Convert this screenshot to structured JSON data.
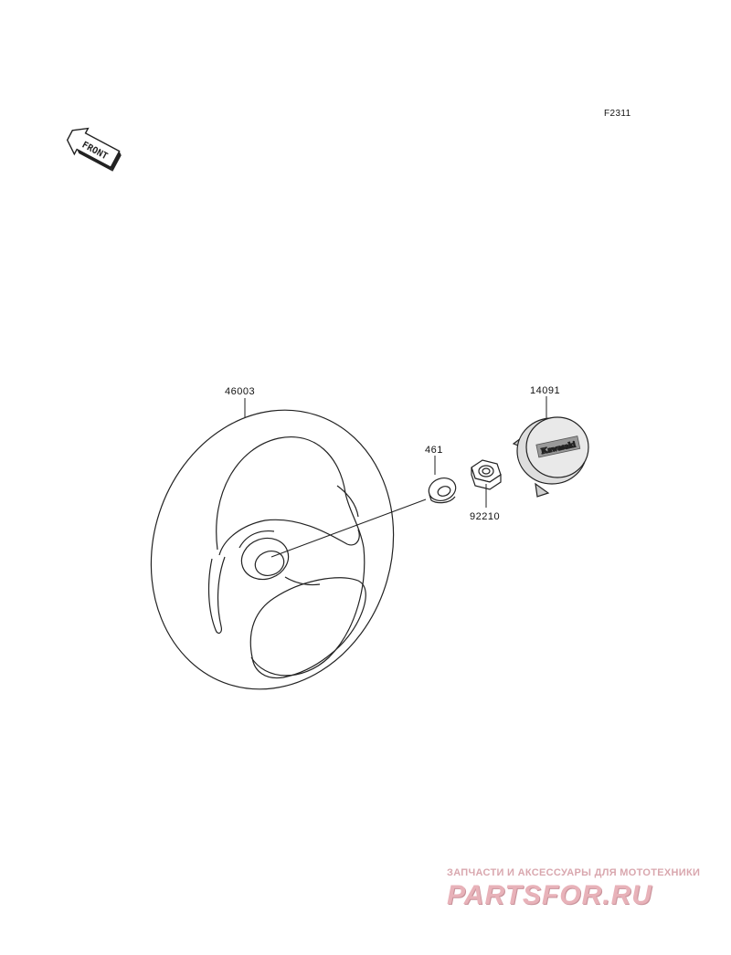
{
  "figure_code": "F2311",
  "front_arrow_text": "FRONT",
  "parts": {
    "steering_wheel": "46003",
    "washer": "461",
    "nut": "92210",
    "cap": "14091"
  },
  "cap_logo_text": "Kawasaki",
  "watermark": {
    "top_text": "ЗАПЧАСТИ И АКСЕССУАРЫ ДЛЯ МОТОТЕХНИКИ",
    "main_text": "PARTSFOR.RU"
  },
  "colors": {
    "line": "#222222",
    "cap_fill": "#e9e9e9",
    "watermark": "#e8b2b9"
  }
}
